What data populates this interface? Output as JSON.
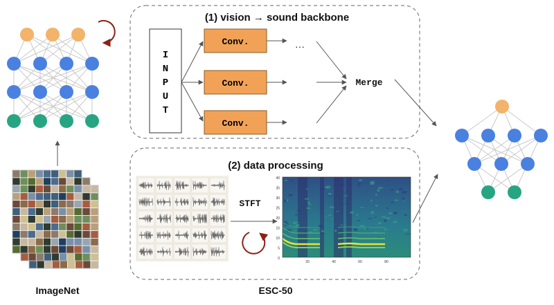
{
  "panels": {
    "backbone_title": "(1) vision → sound backbone",
    "processing_title": "(2) data processing"
  },
  "backbone": {
    "input_letters": [
      "I",
      "N",
      "P",
      "U",
      "T"
    ],
    "conv_labels": [
      "Conv.",
      "Conv.",
      "Conv."
    ],
    "ellipsis": "···",
    "merge_label": "Merge"
  },
  "processing": {
    "stft_label": "STFT"
  },
  "spectrogram": {
    "y_ticks": [
      "40",
      "35",
      "30",
      "25",
      "20",
      "15",
      "10",
      "5",
      "0"
    ],
    "x_ticks": [
      "20",
      "40",
      "60",
      "80"
    ]
  },
  "captions": {
    "imagenet": "ImageNet",
    "esc50": "ESC-50"
  },
  "colors": {
    "orange_node": "#f2b36b",
    "blue_node": "#4a80df",
    "green_node": "#27a583",
    "conv_fill": "#f2a257",
    "cycle_arrow": "#8b2218"
  }
}
